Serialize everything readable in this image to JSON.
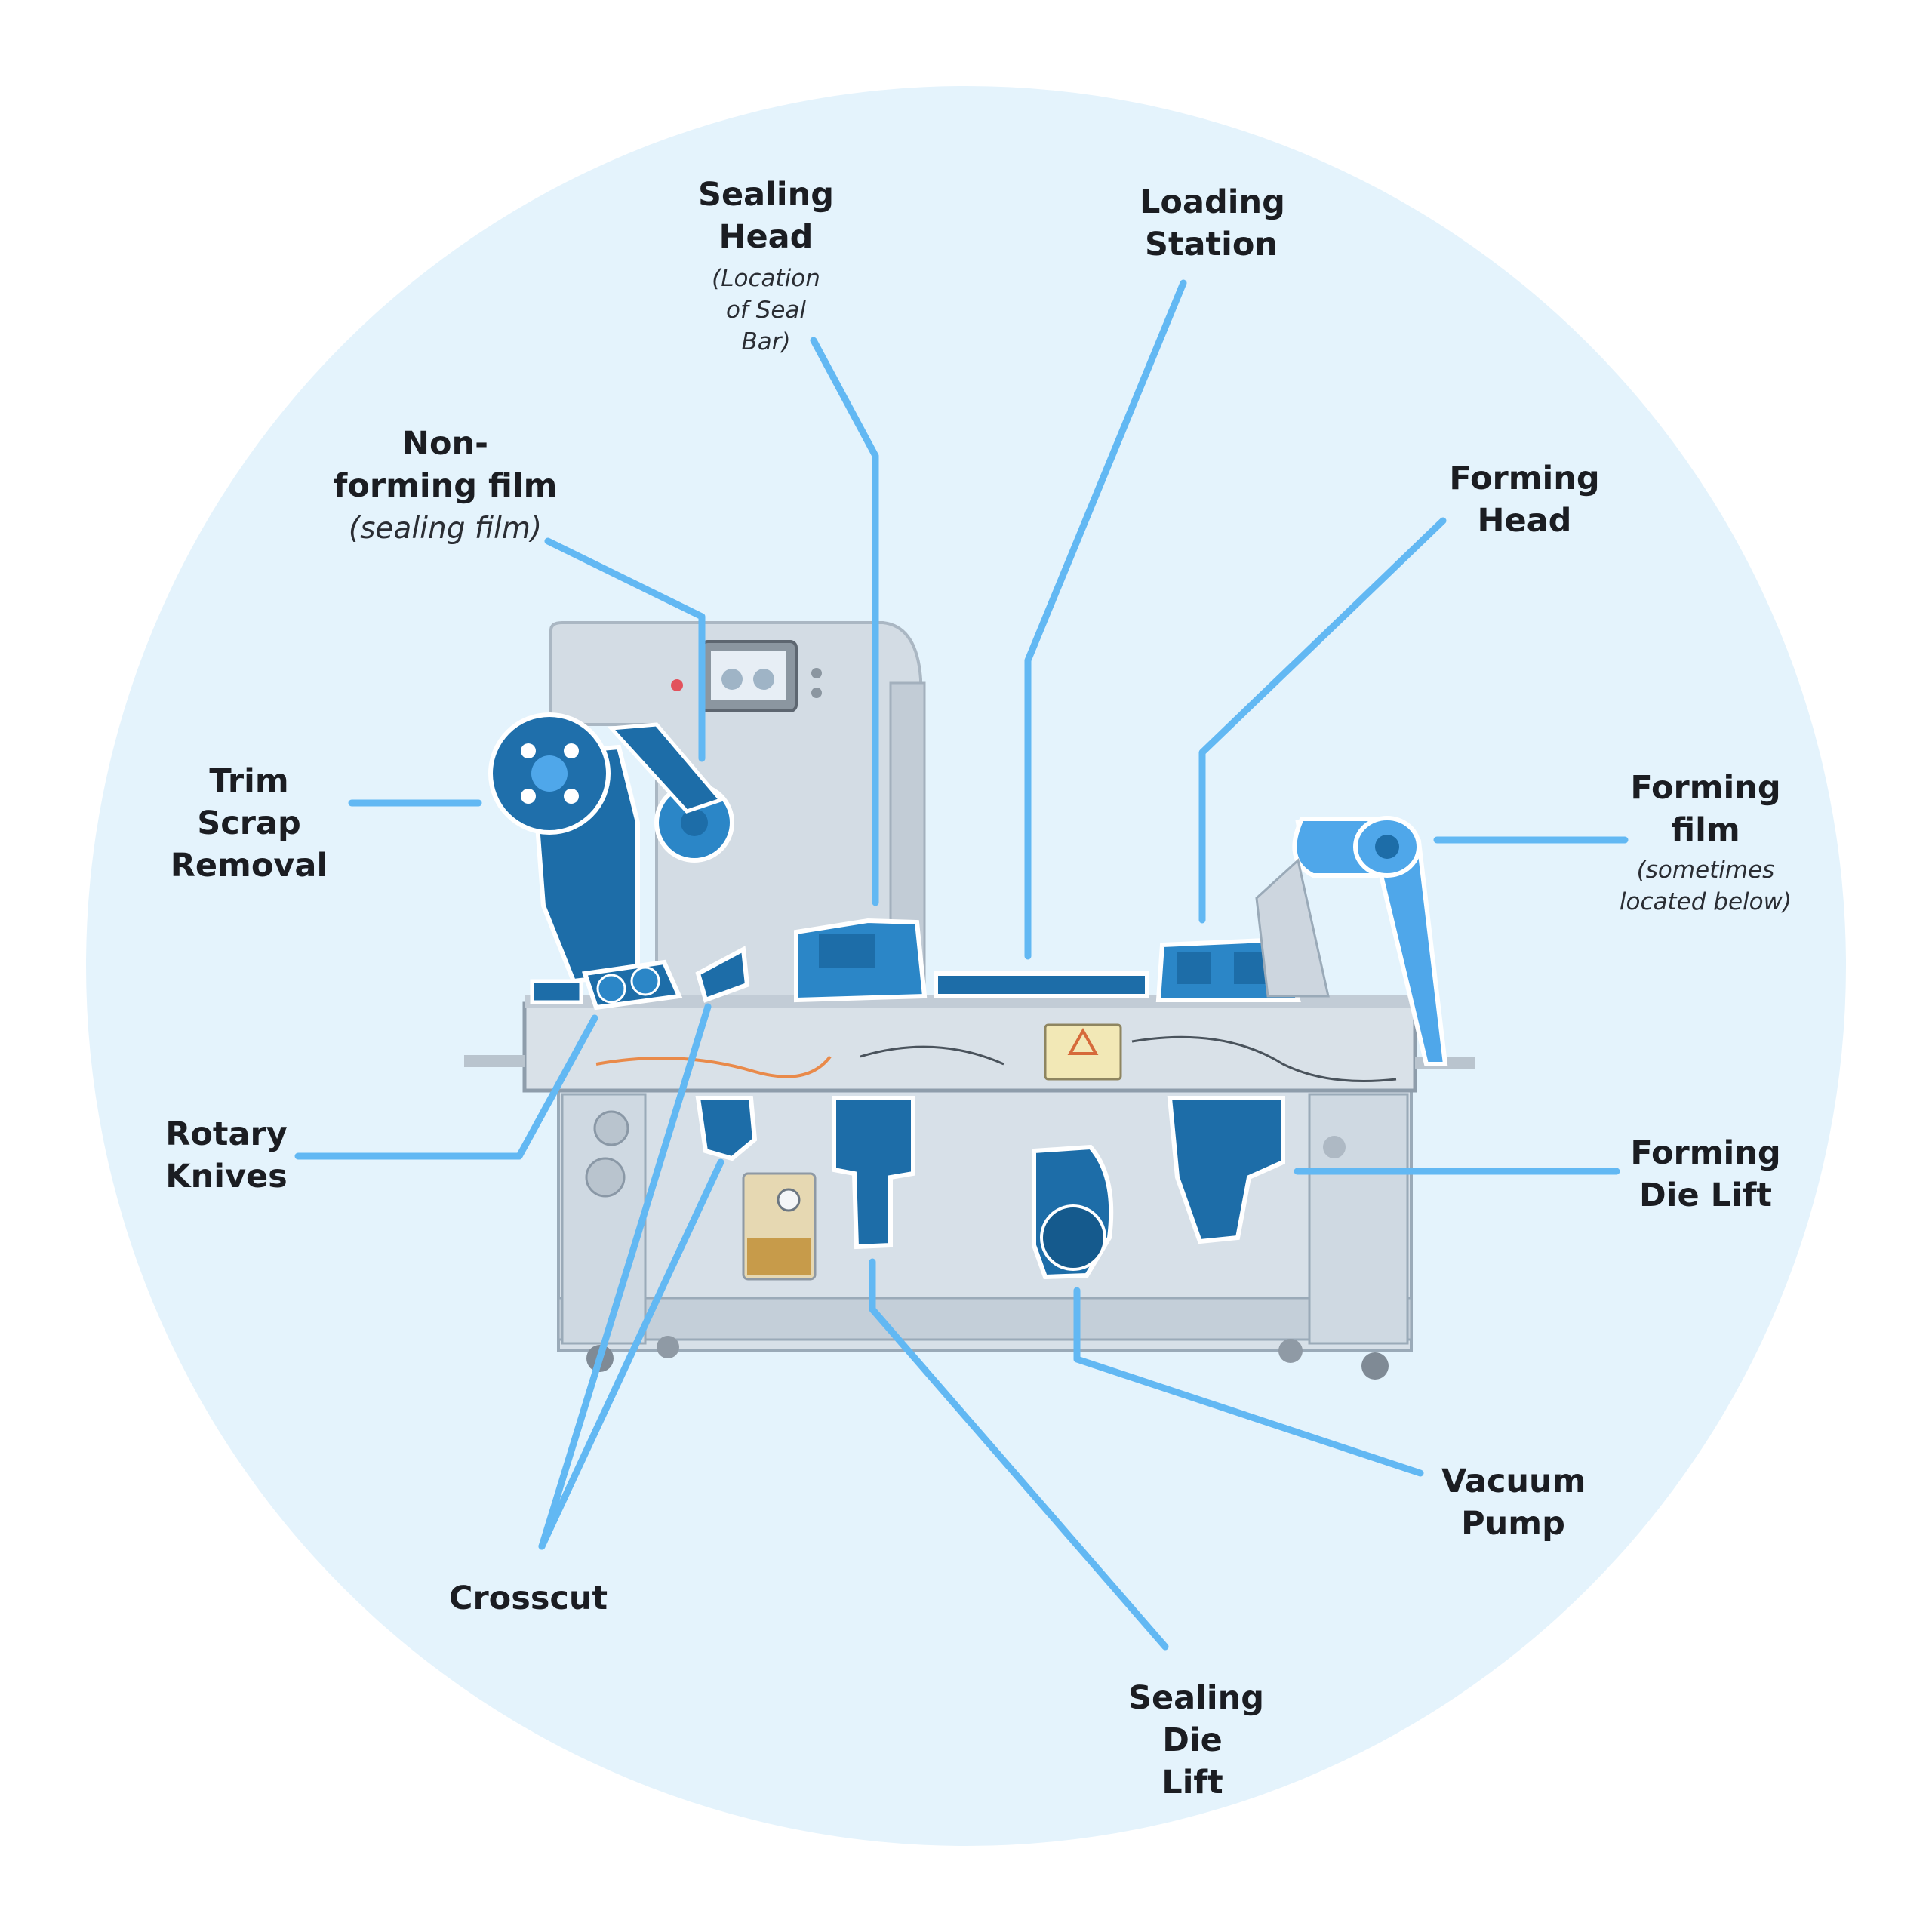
{
  "colors": {
    "background": "#ffffff",
    "circle": "#e4f3fc",
    "leader_line": "#62b8f3",
    "machine_body": "#c9d3dc",
    "machine_edge": "#9aaab8",
    "highlight_dark": "#1d6da8",
    "highlight_mid": "#2b86c7",
    "highlight_light": "#4fa7ea",
    "text": "#1b1d22"
  },
  "labels": {
    "sealing_head": {
      "title": "Sealing Head",
      "note": "(Location of Seal Bar)"
    },
    "loading_station": {
      "title": "Loading Station"
    },
    "non_forming_film": {
      "title": "Non-forming film",
      "note": "(sealing film)"
    },
    "forming_head": {
      "title": "Forming Head"
    },
    "trim_scrap_removal": {
      "title": "Trim Scrap Removal"
    },
    "forming_film": {
      "title": "Forming film",
      "note": "(sometimes located below)"
    },
    "rotary_knives": {
      "title": "Rotary Knives"
    },
    "forming_die_lift": {
      "title": "Forming Die Lift"
    },
    "vacuum_pump": {
      "title": "Vacuum Pump"
    },
    "crosscut": {
      "title": "Crosscut"
    },
    "sealing_die_lift": {
      "title": "Sealing Die Lift"
    }
  },
  "icons": {
    "warning_plate": "warning-triangle-icon",
    "screen": "touchscreen-panel"
  }
}
